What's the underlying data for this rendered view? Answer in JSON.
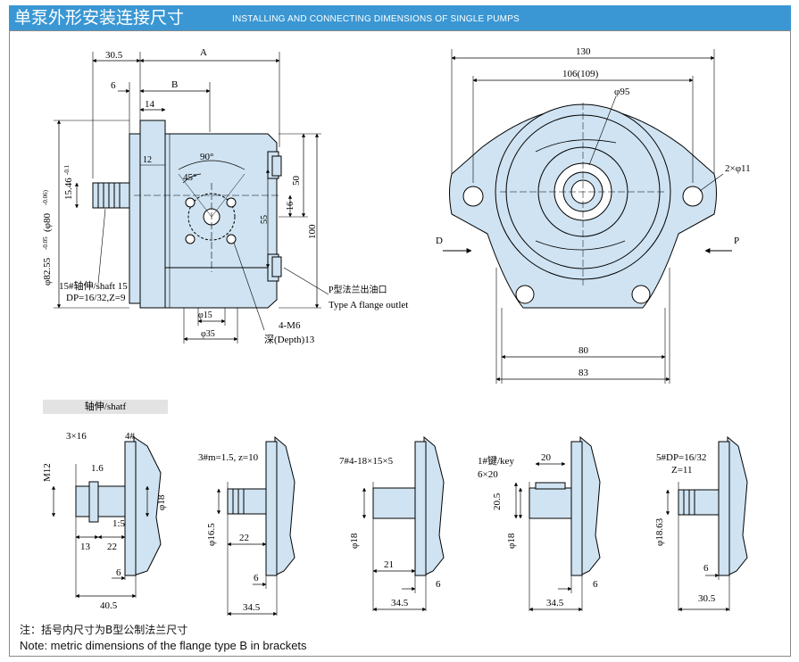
{
  "header": {
    "title_cn": "单泵外形安装连接尺寸",
    "title_en": "INSTALLING AND CONNECTING DIMENSIONS OF SINGLE PUMPS",
    "bg": "#3a97d3"
  },
  "colors": {
    "part_fill": "#cfe3f2",
    "line": "#000000"
  },
  "side_view": {
    "dim_30_5": "30.5",
    "dim_A": "A",
    "dim_6": "6",
    "dim_B": "B",
    "dim_14": "14",
    "dim_12": "12",
    "angle_90": "90°",
    "angle_45": "45°",
    "dim_50": "50",
    "dim_16": "16",
    "dim_55": "55",
    "dim_100": "100",
    "dim_phi80": "(φ80",
    "dim_phi80_tol": "-0.06)",
    "dim_phi82": "φ82.55",
    "dim_phi82_tol": "-0.05",
    "dim_phi15_46": "15.46",
    "dim_phi15_46_tol": "-0.1",
    "shaft_label_1": "15#轴伸/shaft 15",
    "shaft_label_2": "DP=16/32,Z=9",
    "outlet_cn": "P型法兰出油口",
    "outlet_en": "Type A flange outlet",
    "phi15": "φ15",
    "phi35": "φ35",
    "screw": "4-M6",
    "depth": "深(Depth)13"
  },
  "front_view": {
    "dim_130": "130",
    "dim_106": "106(109)",
    "phi95": "φ95",
    "holes": "2×φ11",
    "D": "D",
    "P": "P",
    "dim_80": "80",
    "dim_83": "83"
  },
  "shaft_section": {
    "tab": "轴伸/shatf"
  },
  "shaft_details": [
    {
      "l1": "3×16",
      "l2": "4#",
      "l3": "1.6",
      "l4": "1:5",
      "d_main": "M12",
      "d_side": "φ18",
      "dim_13": "13",
      "dim_22": "22",
      "dim_6": "6",
      "dim_len": "40.5"
    },
    {
      "l1": "3#m=1.5, z=10",
      "d": "φ16.5",
      "dim_22": "22",
      "dim_6": "6",
      "dim_len": "34.5"
    },
    {
      "l1": "7#4-18×15×5",
      "d": "φ18",
      "dim_21": "21",
      "dim_6": "6",
      "dim_len": "34.5"
    },
    {
      "l1": "1#键/key",
      "l2": "6×20",
      "dim_20": "20",
      "dim_205": "20.5",
      "d": "φ18",
      "dim_6": "6",
      "dim_len": "34.5"
    },
    {
      "l1": "5#DP=16/32",
      "l2": "Z=11",
      "d": "φ18.63",
      "dim_6": "6",
      "dim_len": "30.5"
    }
  ],
  "notes": {
    "cn": "注：括号内尺寸为B型公制法兰尺寸",
    "en": "Note: metric dimensions of the flange type B in brackets"
  }
}
